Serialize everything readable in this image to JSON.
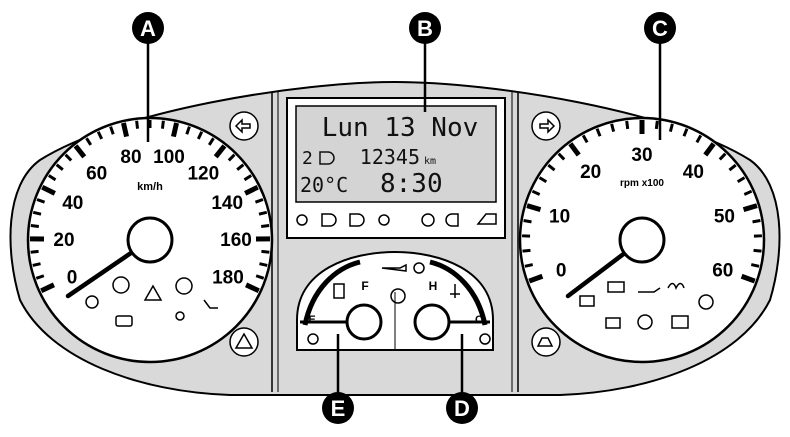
{
  "callouts": {
    "a": "A",
    "b": "B",
    "c": "C",
    "d": "D",
    "e": "E"
  },
  "speedometer": {
    "unit": "km/h",
    "labels": [
      "0",
      "20",
      "40",
      "60",
      "80",
      "100",
      "120",
      "140",
      "160",
      "180"
    ],
    "max": 180
  },
  "tachometer": {
    "unit": "rpm x100",
    "labels": [
      "0",
      "10",
      "20",
      "30",
      "40",
      "50",
      "60"
    ],
    "max": 60
  },
  "display": {
    "date": "Lun 13 Nov",
    "headlight_level": "2",
    "odometer": "12345",
    "odometer_unit": "km",
    "temperature": "20°C",
    "time": "8:30"
  },
  "fuel_gauge": {
    "empty": "E",
    "full": "F"
  },
  "temp_gauge": {
    "cold": "C",
    "hot": "H"
  },
  "colors": {
    "background": "#d9d9d9",
    "gauge_face": "#ffffff",
    "line": "#000000",
    "lcd": "#d4d4d4"
  }
}
